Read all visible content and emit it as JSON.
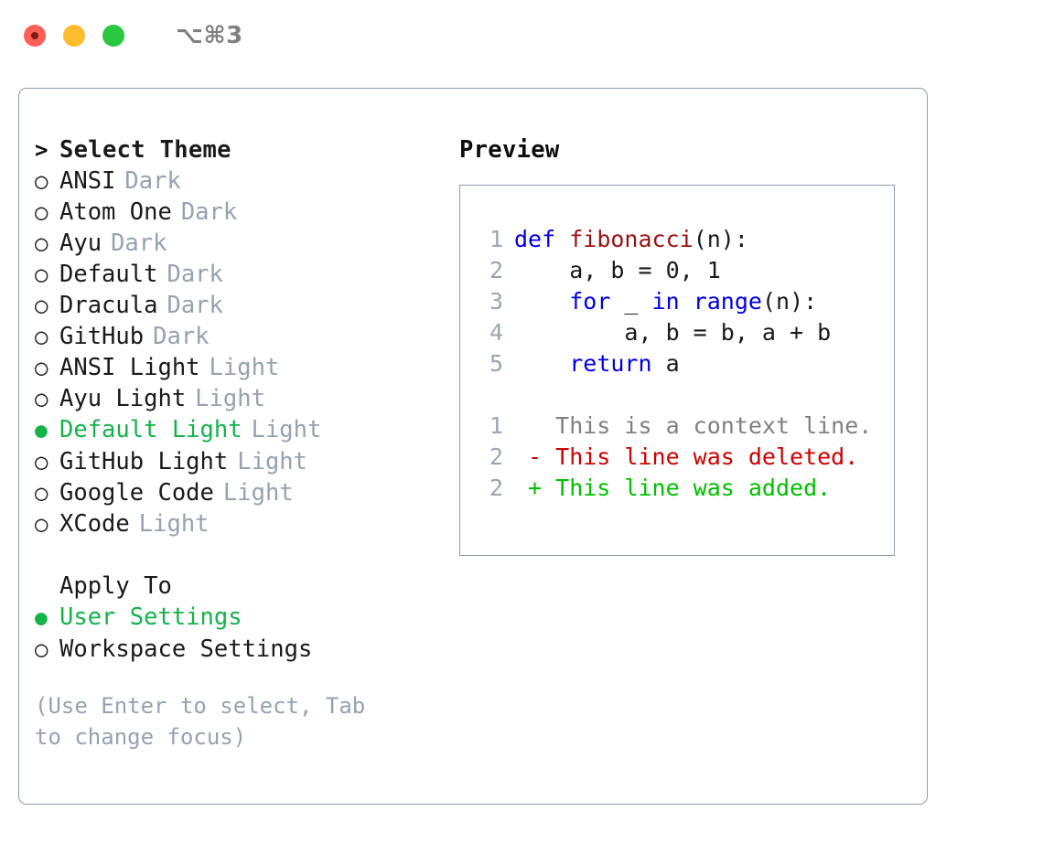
{
  "titlebar": {
    "shortcut": "⌥⌘3",
    "lights": [
      "close",
      "minimize",
      "zoom"
    ]
  },
  "theme_list": {
    "header_marker": ">",
    "header": "Select Theme",
    "items": [
      {
        "marker": "○",
        "label": "ANSI",
        "suffix": "Dark",
        "selected": false
      },
      {
        "marker": "○",
        "label": "Atom One",
        "suffix": "Dark",
        "selected": false
      },
      {
        "marker": "○",
        "label": "Ayu",
        "suffix": "Dark",
        "selected": false
      },
      {
        "marker": "○",
        "label": "Default",
        "suffix": "Dark",
        "selected": false
      },
      {
        "marker": "○",
        "label": "Dracula",
        "suffix": "Dark",
        "selected": false
      },
      {
        "marker": "○",
        "label": "GitHub",
        "suffix": "Dark",
        "selected": false
      },
      {
        "marker": "○",
        "label": "ANSI Light",
        "suffix": "Light",
        "selected": false
      },
      {
        "marker": "○",
        "label": "Ayu Light",
        "suffix": "Light",
        "selected": false
      },
      {
        "marker": "●",
        "label": "Default Light",
        "suffix": "Light",
        "selected": true
      },
      {
        "marker": "○",
        "label": "GitHub Light",
        "suffix": "Light",
        "selected": false
      },
      {
        "marker": "○",
        "label": "Google Code",
        "suffix": "Light",
        "selected": false
      },
      {
        "marker": "○",
        "label": "XCode",
        "suffix": "Light",
        "selected": false
      }
    ]
  },
  "apply_to": {
    "title": "Apply To",
    "items": [
      {
        "marker": "●",
        "label": "User Settings",
        "selected": true
      },
      {
        "marker": "○",
        "label": "Workspace Settings",
        "selected": false
      }
    ]
  },
  "hint": "(Use Enter to select, Tab to change focus)",
  "preview": {
    "title": "Preview",
    "code_lines": [
      {
        "num": "1",
        "tokens": [
          {
            "text": "def ",
            "type": "kw"
          },
          {
            "text": "fibonacci",
            "type": "fn"
          },
          {
            "text": "(n):",
            "type": "pl"
          }
        ]
      },
      {
        "num": "2",
        "tokens": [
          {
            "text": "    a, b = 0, 1",
            "type": "pl"
          }
        ]
      },
      {
        "num": "3",
        "tokens": [
          {
            "text": "    ",
            "type": "pl"
          },
          {
            "text": "for",
            "type": "kw"
          },
          {
            "text": " _ ",
            "type": "pl"
          },
          {
            "text": "in",
            "type": "kw"
          },
          {
            "text": " ",
            "type": "pl"
          },
          {
            "text": "range",
            "type": "kw"
          },
          {
            "text": "(n):",
            "type": "pl"
          }
        ]
      },
      {
        "num": "4",
        "tokens": [
          {
            "text": "        a, b = b, a + b",
            "type": "pl"
          }
        ]
      },
      {
        "num": "5",
        "tokens": [
          {
            "text": "    ",
            "type": "pl"
          },
          {
            "text": "return",
            "type": "kw"
          },
          {
            "text": " a",
            "type": "pl"
          }
        ]
      }
    ],
    "diff_lines": [
      {
        "num": "1",
        "text": "   This is a context line.",
        "type": "ctx"
      },
      {
        "num": "2",
        "text": " - This line was deleted.",
        "type": "del"
      },
      {
        "num": "2",
        "text": " + This line was added.",
        "type": "add"
      }
    ]
  },
  "colors": {
    "accent_green": "#15b24a",
    "muted": "#96a2b0",
    "border": "#8e9cab",
    "keyword": "#0000e0",
    "function": "#9b1414",
    "diff_add": "#00c000",
    "diff_del": "#cc0000",
    "context": "#808080",
    "light_red": "#ff5f57",
    "light_yellow": "#febc2e",
    "light_green": "#28c840"
  }
}
